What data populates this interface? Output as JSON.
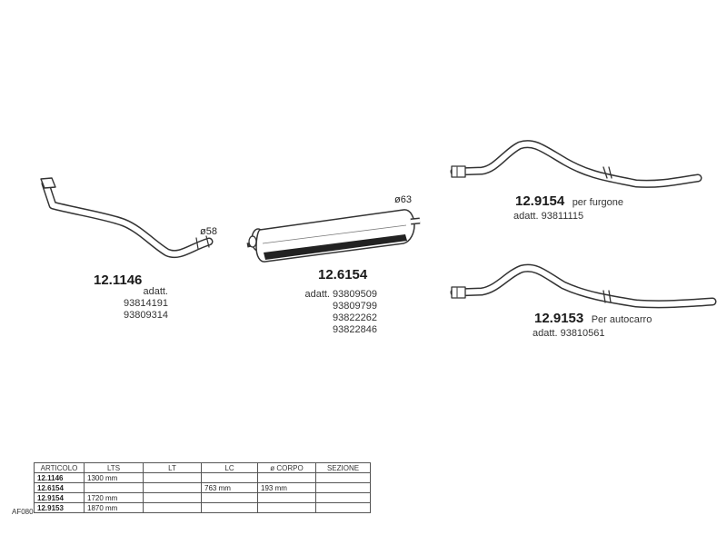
{
  "parts": [
    {
      "code": "12.1146",
      "notes": [
        "adatt. 93814191",
        "93809314"
      ],
      "diameter": "ø58"
    },
    {
      "code": "12.6154",
      "notes": [
        "adatt. 93809509",
        "93809799",
        "93822262",
        "93822846"
      ],
      "diameter": "ø63"
    },
    {
      "code": "12.9154",
      "desc": "per furgone",
      "notes": [
        "adatt. 93811115"
      ]
    },
    {
      "code": "12.9153",
      "desc": "Per autocarro",
      "notes": [
        "adatt. 93810561"
      ]
    }
  ],
  "table": {
    "headers": [
      "ARTICOLO",
      "LTS",
      "LT",
      "LC",
      "ø CORPO",
      "SEZIONE"
    ],
    "rows": [
      [
        "12.1146",
        "1300 mm",
        "",
        "",
        "",
        ""
      ],
      [
        "12.6154",
        "",
        "",
        "763 mm",
        "193 mm",
        ""
      ],
      [
        "12.9154",
        "1720 mm",
        "",
        "",
        "",
        ""
      ],
      [
        "12.9153",
        "1870 mm",
        "",
        "",
        "",
        ""
      ]
    ]
  },
  "side_label": "AF080"
}
